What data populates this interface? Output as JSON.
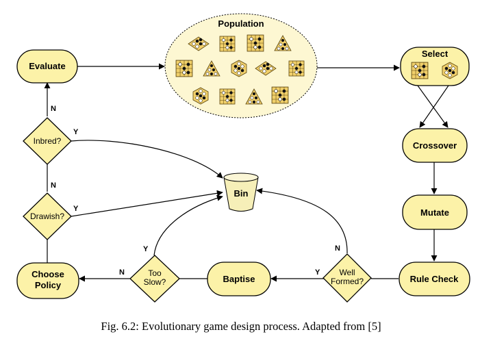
{
  "colors": {
    "node_fill": "#fcf2a8",
    "pop_fill": "#fdf7d2",
    "stroke": "#000000",
    "bin_fill": "#f6efb8",
    "board_fill": "#f0cf6a",
    "stone_white": "#ffffff",
    "stone_black": "#111111"
  },
  "nodes": {
    "population": "Population",
    "select": "Select",
    "evaluate": "Evaluate",
    "crossover": "Crossover",
    "mutate": "Mutate",
    "rule_check": "Rule Check",
    "baptise": "Baptise",
    "choose_policy_line1": "Choose",
    "choose_policy_line2": "Policy",
    "bin": "Bin"
  },
  "decisions": {
    "inbred": "Inbred?",
    "drawish": "Drawish?",
    "too_slow_line1": "Too",
    "too_slow_line2": "Slow?",
    "well_formed_line1": "Well",
    "well_formed_line2": "Formed?"
  },
  "branch_labels": {
    "inbred_yes": "Y",
    "inbred_no": "N",
    "drawish_yes": "Y",
    "drawish_no": "N",
    "too_slow_yes": "Y",
    "too_slow_no": "N",
    "well_formed_yes": "Y",
    "well_formed_no": "N"
  },
  "caption": "Fig. 6.2: Evolutionary game design process. Adapted from [5]",
  "icons": [
    "board-diamond-icon",
    "board-square-icon",
    "board-triangle-icon",
    "board-hex-icon"
  ]
}
